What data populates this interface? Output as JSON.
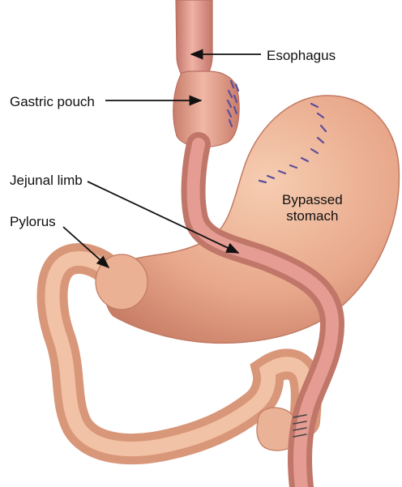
{
  "labels": {
    "esophagus": "Esophagus",
    "gastric_pouch": "Gastric pouch",
    "jejunal_limb": "Jejunal limb",
    "pylorus": "Pylorus",
    "bypassed_stomach_line1": "Bypassed",
    "bypassed_stomach_line2": "stomach"
  },
  "colors": {
    "tissue_base": "#e8a98a",
    "tissue_light": "#f3c6aa",
    "tissue_dark": "#c97c66",
    "jejunal_limb": "#dc8f86",
    "staple_line": "#5d4e9a",
    "arrow": "#111111"
  }
}
